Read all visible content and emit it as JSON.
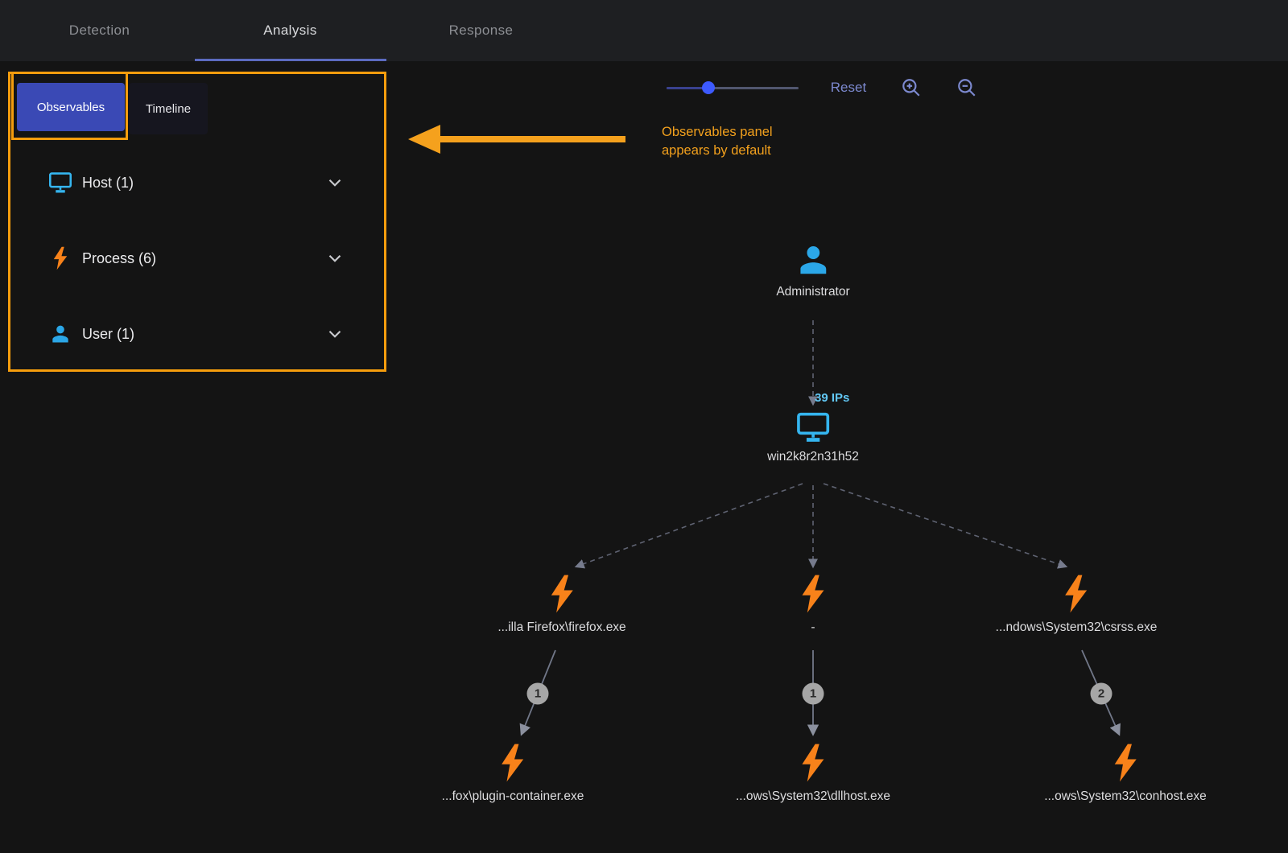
{
  "header": {
    "tabs": [
      {
        "label": "Detection",
        "active": false
      },
      {
        "label": "Analysis",
        "active": true
      },
      {
        "label": "Response",
        "active": false
      }
    ]
  },
  "observables_panel": {
    "tabs": [
      {
        "label": "Observables",
        "active": true
      },
      {
        "label": "Timeline",
        "active": false
      }
    ],
    "groups": [
      {
        "label": "Host (1)",
        "icon": "host-icon"
      },
      {
        "label": "Process (6)",
        "icon": "process-icon"
      },
      {
        "label": "User (1)",
        "icon": "user-icon"
      }
    ]
  },
  "annotation": {
    "line1": "Observables panel",
    "line2": "appears by default",
    "color": "#f5a11d"
  },
  "toolbar": {
    "reset_label": "Reset",
    "zoom_in_icon": "zoom-in-icon",
    "zoom_out_icon": "zoom-out-icon",
    "slider_thumb_color": "#3d5afe"
  },
  "graph": {
    "colors": {
      "user_icon": "#2ba7e8",
      "host_icon": "#35b5ef",
      "process_icon": "#f8821a",
      "edge_label": "#62c8f5",
      "highlight_orange": "#f59d0d"
    },
    "nodes": [
      {
        "id": "administrator",
        "type": "user",
        "label": "Administrator"
      },
      {
        "id": "win2k8r2n31h52",
        "type": "host",
        "label": "win2k8r2n31h52"
      },
      {
        "id": "firefox",
        "type": "process",
        "label": "...illa Firefox\\firefox.exe"
      },
      {
        "id": "process-unknown",
        "type": "process",
        "label": "-"
      },
      {
        "id": "csrss",
        "type": "process",
        "label": "...ndows\\System32\\csrss.exe"
      },
      {
        "id": "plugin-container",
        "type": "process",
        "label": "...fox\\plugin-container.exe"
      },
      {
        "id": "dllhost",
        "type": "process",
        "label": "...ows\\System32\\dllhost.exe"
      },
      {
        "id": "conhost",
        "type": "process",
        "label": "...ows\\System32\\conhost.exe"
      }
    ],
    "edges": [
      {
        "from": "administrator",
        "to": "win2k8r2n31h52",
        "style": "dashed",
        "label": "39 IPs"
      },
      {
        "from": "win2k8r2n31h52",
        "to": "firefox",
        "style": "dashed"
      },
      {
        "from": "win2k8r2n31h52",
        "to": "process-unknown",
        "style": "dashed"
      },
      {
        "from": "win2k8r2n31h52",
        "to": "csrss",
        "style": "dashed"
      },
      {
        "from": "firefox",
        "to": "plugin-container",
        "style": "solid",
        "count": "1"
      },
      {
        "from": "process-unknown",
        "to": "dllhost",
        "style": "solid",
        "count": "1"
      },
      {
        "from": "csrss",
        "to": "conhost",
        "style": "solid",
        "count": "2"
      }
    ]
  }
}
